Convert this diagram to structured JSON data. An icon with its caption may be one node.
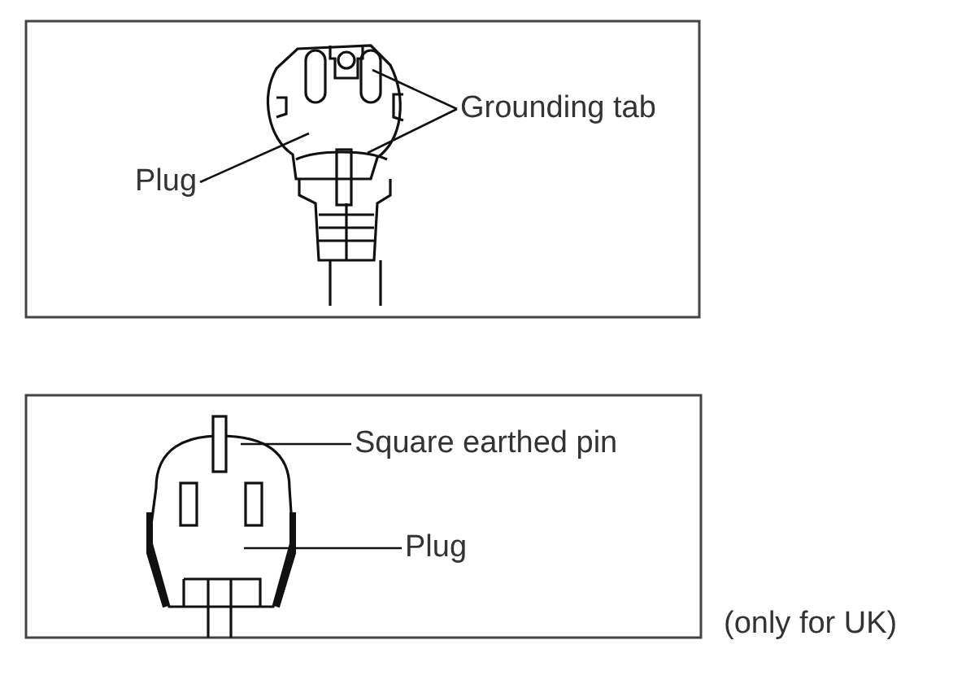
{
  "diagram": {
    "nodes": [
      {
        "text": [
          "Grounding tab"
        ]
      },
      {
        "text": [
          "Plug"
        ]
      },
      {
        "text": [
          "Square earthed pin"
        ]
      },
      {
        "text": [
          "Plug"
        ]
      }
    ],
    "edges": [
      {
        "from": 0,
        "to": null,
        "arrow": "none"
      },
      {
        "from": 0,
        "to": null,
        "arrow": "none"
      },
      {
        "from": 1,
        "to": null,
        "arrow": "none"
      },
      {
        "from": 2,
        "to": null,
        "arrow": "none"
      },
      {
        "from": 3,
        "to": null,
        "arrow": "none"
      }
    ],
    "labels": [
      "(only for UK)"
    ]
  }
}
